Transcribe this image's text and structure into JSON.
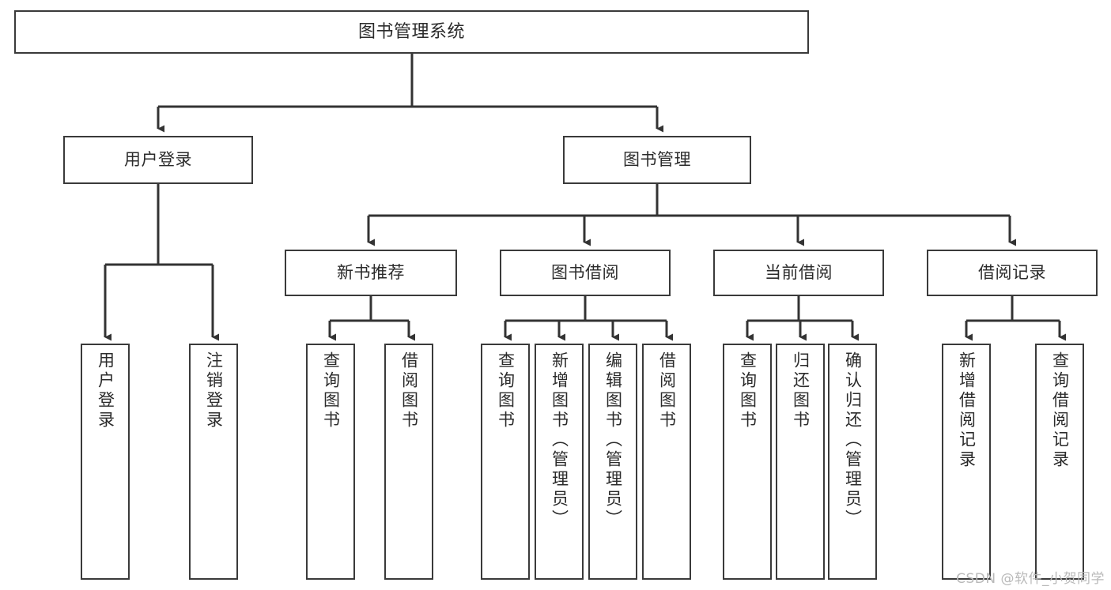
{
  "diagram": {
    "title": "图书管理系统",
    "type": "tree-hierarchy-chart",
    "colors": {
      "background": "#ffffff",
      "box_border": "#3a3a3a",
      "box_fill": "#ffffff",
      "edge": "#333333",
      "text": "#2b2b2b",
      "watermark": "#b9b9b9"
    },
    "watermark": "CSDN @软件_小贺同学",
    "nodes": {
      "root": {
        "label": "图书管理系统"
      },
      "level2": [
        {
          "id": "user-login",
          "label": "用户登录"
        },
        {
          "id": "book-manage",
          "label": "图书管理"
        }
      ],
      "level3": [
        {
          "id": "new-book-recommend",
          "label": "新书推荐"
        },
        {
          "id": "book-borrow",
          "label": "图书借阅"
        },
        {
          "id": "current-borrow",
          "label": "当前借阅"
        },
        {
          "id": "borrow-record",
          "label": "借阅记录"
        }
      ],
      "leaves": {
        "user-login": [
          {
            "id": "leaf-user-login",
            "label": "用户登录"
          },
          {
            "id": "leaf-logout",
            "label": "注销登录"
          }
        ],
        "new-book-recommend": [
          {
            "id": "leaf-query-book-1",
            "label": "查询图书"
          },
          {
            "id": "leaf-borrow-book-1",
            "label": "借阅图书"
          }
        ],
        "book-borrow": [
          {
            "id": "leaf-query-book-2",
            "label": "查询图书"
          },
          {
            "id": "leaf-add-book",
            "label": "新增图书（管理员）"
          },
          {
            "id": "leaf-edit-book",
            "label": "编辑图书（管理员）"
          },
          {
            "id": "leaf-borrow-book-2",
            "label": "借阅图书"
          }
        ],
        "current-borrow": [
          {
            "id": "leaf-query-book-3",
            "label": "查询图书"
          },
          {
            "id": "leaf-return-book",
            "label": "归还图书"
          },
          {
            "id": "leaf-confirm-return",
            "label": "确认归还（管理员）"
          }
        ],
        "borrow-record": [
          {
            "id": "leaf-add-record",
            "label": "新增借阅记录"
          },
          {
            "id": "leaf-query-record",
            "label": "查询借阅记录"
          }
        ]
      }
    }
  }
}
